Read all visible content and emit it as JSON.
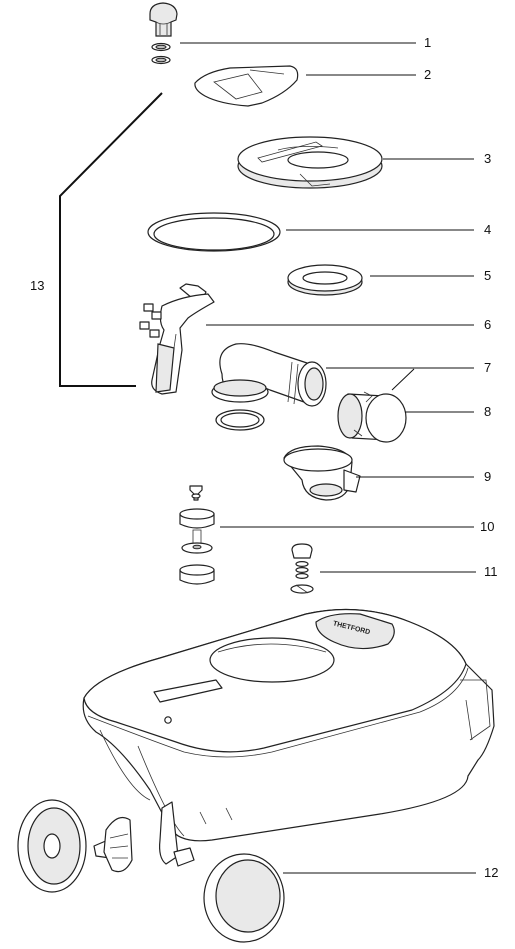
{
  "callouts": [
    {
      "id": "1",
      "label": "1"
    },
    {
      "id": "2",
      "label": "2"
    },
    {
      "id": "3",
      "label": "3"
    },
    {
      "id": "4",
      "label": "4"
    },
    {
      "id": "5",
      "label": "5"
    },
    {
      "id": "6",
      "label": "6"
    },
    {
      "id": "7",
      "label": "7"
    },
    {
      "id": "8",
      "label": "8"
    },
    {
      "id": "9",
      "label": "9"
    },
    {
      "id": "10",
      "label": "10"
    },
    {
      "id": "11",
      "label": "11"
    },
    {
      "id": "12",
      "label": "12"
    },
    {
      "id": "13",
      "label": "13"
    }
  ],
  "tank_label": "THETFORD"
}
